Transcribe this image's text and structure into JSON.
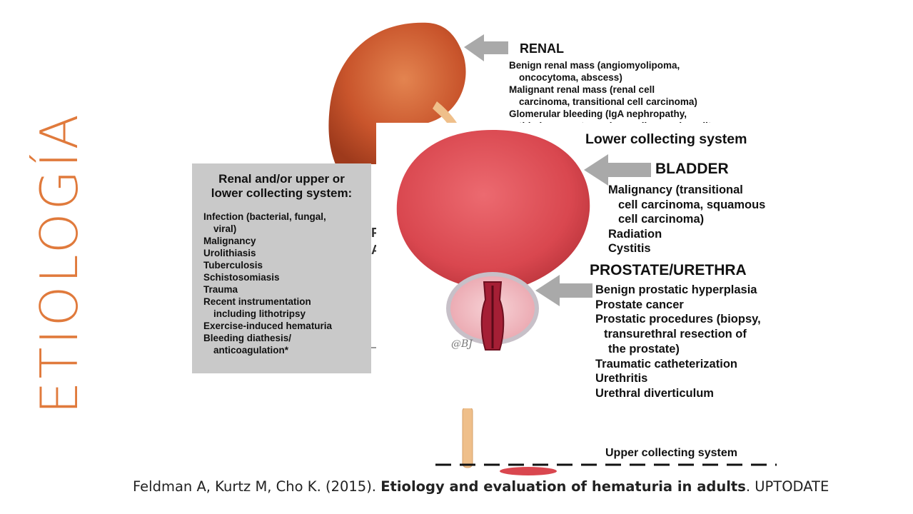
{
  "slide": {
    "title": "ETIOLOGÍA"
  },
  "renal": {
    "heading": "RENAL",
    "lines": [
      {
        "text": "Benign renal mass (angiomyolipoma,",
        "indent": false
      },
      {
        "text": "oncocytoma, abscess)",
        "indent": true
      },
      {
        "text": "Malignant renal mass (renal cell",
        "indent": false
      },
      {
        "text": "carcinoma, transitional cell carcinoma)",
        "indent": true
      },
      {
        "text": "Glomerular bleeding (IgA nephropathy,",
        "indent": false
      },
      {
        "text": "thin basement membrane disease, hereditary",
        "indent": true
      }
    ]
  },
  "lower": {
    "heading": "Lower collecting system"
  },
  "bladder": {
    "heading": "BLADDER",
    "lines": [
      {
        "text": "Malignancy (transitional",
        "indent": false
      },
      {
        "text": "cell carcinoma, squamous",
        "indent": true
      },
      {
        "text": "cell carcinoma)",
        "indent": true
      },
      {
        "text": "Radiation",
        "indent": false
      },
      {
        "text": "Cystitis",
        "indent": false
      }
    ]
  },
  "prostate": {
    "heading": "PROSTATE/URETHRA",
    "lines": [
      {
        "text": "Benign prostatic hyperplasia",
        "indent": ""
      },
      {
        "text": "Prostate cancer",
        "indent": ""
      },
      {
        "text": "Prostatic procedures (biopsy,",
        "indent": ""
      },
      {
        "text": "transurethral resection of",
        "indent": "indent"
      },
      {
        "text": "the prostate)",
        "indent": "indent2"
      },
      {
        "text": "Traumatic catheterization",
        "indent": ""
      },
      {
        "text": "Urethritis",
        "indent": ""
      },
      {
        "text": "Urethral diverticulum",
        "indent": ""
      }
    ]
  },
  "gray_box": {
    "heading_line1": "Renal and/or upper or",
    "heading_line2": "lower collecting system:",
    "lines": [
      {
        "text": "Infection (bacterial, fungal,",
        "indent": false
      },
      {
        "text": "viral)",
        "indent": true
      },
      {
        "text": "Malignancy",
        "indent": false
      },
      {
        "text": "Urolithiasis",
        "indent": false
      },
      {
        "text": "Tuberculosis",
        "indent": false
      },
      {
        "text": "Schistosomiasis",
        "indent": false
      },
      {
        "text": "Trauma",
        "indent": false
      },
      {
        "text": "Recent instrumentation",
        "indent": false
      },
      {
        "text": "including lithotripsy",
        "indent": true
      },
      {
        "text": "Exercise-induced hematuria",
        "indent": false
      },
      {
        "text": "Bleeding diathesis/",
        "indent": false
      },
      {
        "text": "anticoagulation*",
        "indent": true
      }
    ]
  },
  "upper": {
    "heading": "Upper collecting system"
  },
  "citation": {
    "authors": "Feldman A, Kurtz M, Cho K. (2015).",
    "title": "Etiology and evaluation of hematuria in adults",
    "source": "UPTODATE"
  },
  "colors": {
    "title_orange": "#e07a3c",
    "kidney": "#c9552c",
    "bladder": "#d9474f",
    "prostate": "#f2b8bf",
    "arrow_gray": "#a9a9a9",
    "gray_box": "#c9c9c9"
  }
}
